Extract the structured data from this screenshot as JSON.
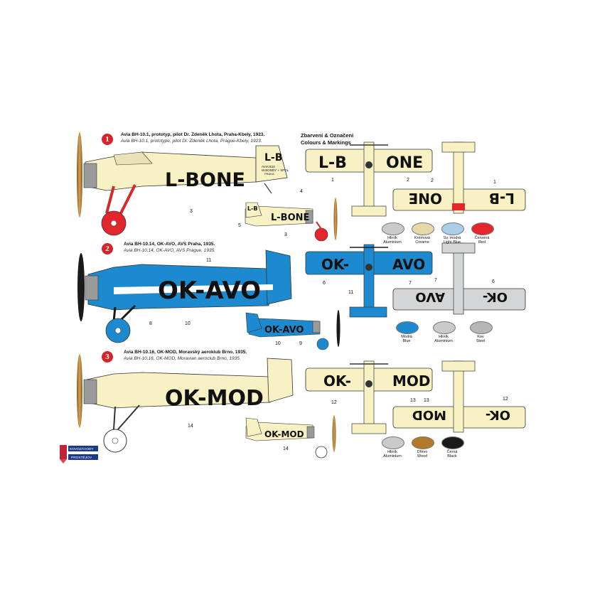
{
  "header": {
    "line1": "Zbarvení & Označení",
    "line2": "Colours & Markings"
  },
  "schemes": [
    {
      "badge": "1",
      "caption_cz": "Avia BH-10.1, prototyp, pilot Dr. Zdeněk Lhota, Praha-Kbely, 1923.",
      "caption_en": "Avia BH-10.1, prototype, pilot Dr. Zdeněk Lhota, Prague-Kbely, 1923.",
      "registration": "L-BONE",
      "reg_left": "L-B",
      "reg_right": "ONE",
      "fin_marking": "L-B",
      "fin_small_1": "AVIA B10",
      "fin_small_2": "W.BONDY + SPOL",
      "fin_small_3": "PRAHA"
    },
    {
      "badge": "2",
      "caption_cz": "Avia BH-10.14, OK-AVO, AVS Praha, 1935.",
      "caption_en": "Avia BH-10.14, OK-AVO, AVS Prague, 1935.",
      "registration": "OK-AVO",
      "reg_left": "OK-",
      "reg_right": "AVO"
    },
    {
      "badge": "3",
      "caption_cz": "Avia BH-10.16, OK-MOD, Moravský aeroklub Brno, 1935.",
      "caption_en": "Avia BH-10.16, OK-MOD, Moravian aeroclub Brno, 1935.",
      "registration": "OK-MOD",
      "reg_left": "OK-",
      "reg_right": "MOD"
    }
  ],
  "callouts": {
    "s1": [
      "1",
      "2",
      "3",
      "4",
      "5",
      "3",
      "2",
      "1"
    ],
    "s2": [
      "11",
      "8",
      "10",
      "6",
      "11",
      "7",
      "7",
      "6",
      "10",
      "9"
    ],
    "s3": [
      "12",
      "14",
      "13",
      "13",
      "12",
      "14"
    ]
  },
  "swatches": {
    "s1": [
      {
        "cz": "Hliník",
        "en": "Aluminium",
        "color": "#c9cacc"
      },
      {
        "cz": "Krémová",
        "en": "Creame",
        "color": "#e6d9a8"
      },
      {
        "cz": "Sv. modrá",
        "en": "Light Blue",
        "color": "#a9cfe8"
      },
      {
        "cz": "Červená",
        "en": "Red",
        "color": "#e3262b"
      }
    ],
    "s2": [
      {
        "cz": "Modrá",
        "en": "Blue",
        "color": "#1d8ad0"
      },
      {
        "cz": "Hliník",
        "en": "Aluminium",
        "color": "#c9cacc"
      },
      {
        "cz": "Kov",
        "en": "Steel",
        "color": "#b5b6b8"
      }
    ],
    "s3": [
      {
        "cz": "Hliník",
        "en": "Aluminium",
        "color": "#c9cacc"
      },
      {
        "cz": "Dřevo",
        "en": "Wood",
        "color": "#b07a2a"
      },
      {
        "cz": "Černá",
        "en": "Black",
        "color": "#1a1a1a"
      }
    ]
  },
  "logo": {
    "line1": "KOVOZÁVODY",
    "line2": "PROSTĚJOV"
  },
  "colors": {
    "cream": "#f7f1c4",
    "blue": "#1d8ad0",
    "red": "#e3262b",
    "silver": "#d4d5d7",
    "black": "#1a1a1a"
  }
}
